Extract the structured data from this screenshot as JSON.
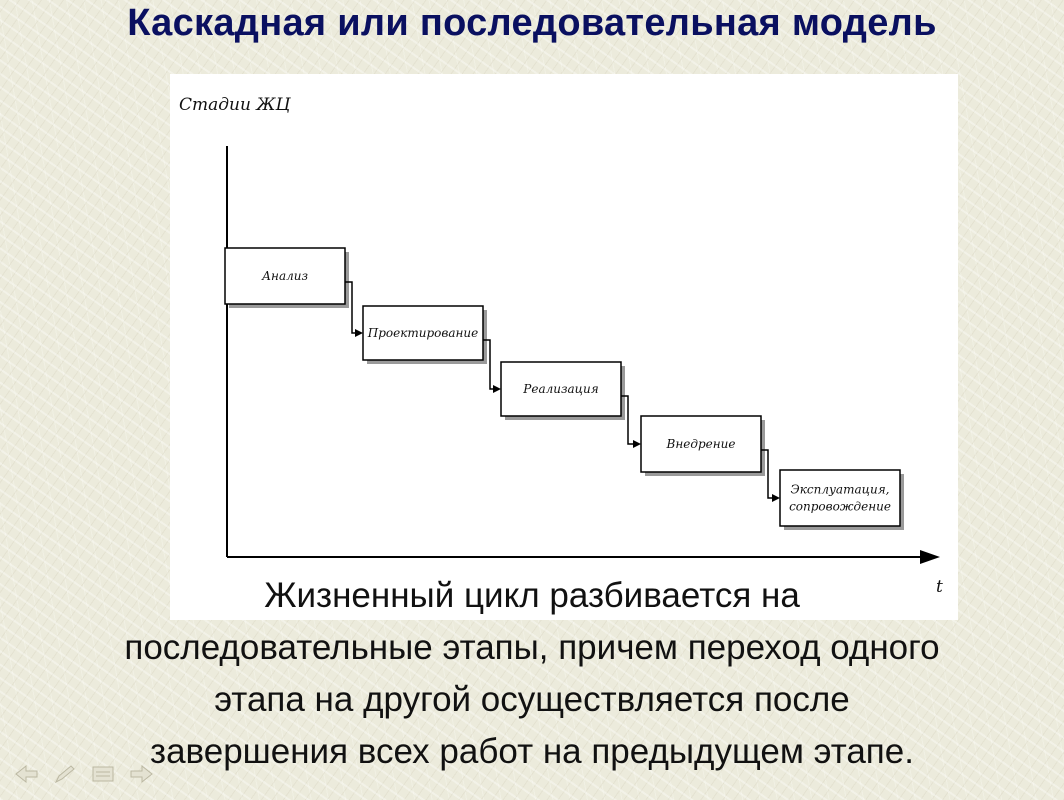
{
  "slide": {
    "title": "Каскадная или последовательная модель",
    "caption_lines": [
      "Жизненный цикл разбивается на",
      "последовательные этапы, причем переход одного",
      "этапа на другой осуществляется после",
      "завершения всех работ на предыдущем этапе."
    ]
  },
  "diagram": {
    "y_axis_label": "Стадии ЖЦ",
    "x_axis_label": "t",
    "stages": [
      {
        "lines": [
          "Анализ"
        ]
      },
      {
        "lines": [
          "Проектирование"
        ]
      },
      {
        "lines": [
          "Реализация"
        ]
      },
      {
        "lines": [
          "Внедрение"
        ]
      },
      {
        "lines": [
          "Эксплуатация,",
          "сопровождение"
        ]
      }
    ]
  },
  "nav": {
    "icons": [
      "back-arrow-icon",
      "pen-icon",
      "menu-icon",
      "forward-arrow-icon"
    ]
  }
}
